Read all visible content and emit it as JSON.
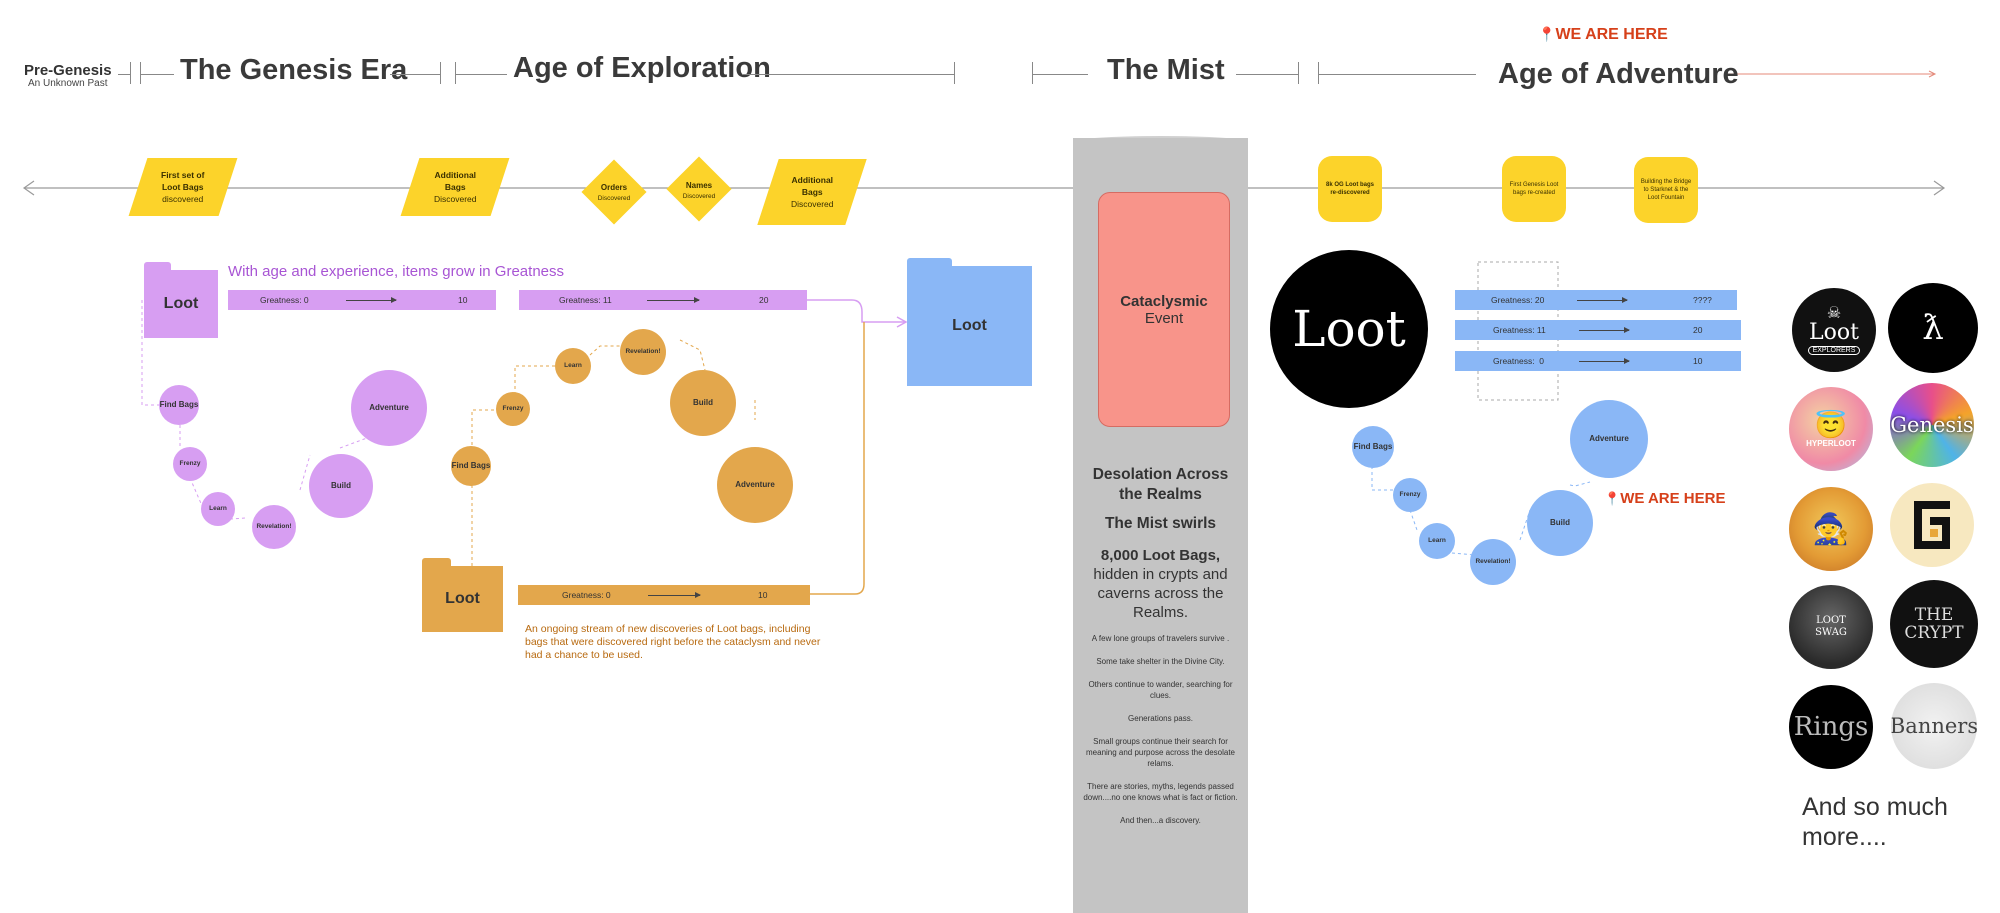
{
  "eras": {
    "pre_genesis": {
      "title": "Pre-Genesis",
      "subtitle": "An Unknown Past"
    },
    "genesis": "The Genesis Era",
    "exploration": "Age of Exploration",
    "mist": "The Mist",
    "adventure": "Age of Adventure",
    "we_are_here_top": "WE ARE HERE"
  },
  "timeline": {
    "para1": [
      "First set of",
      "Loot Bags",
      "discovered"
    ],
    "para2": [
      "Additional",
      "Bags",
      "Discovered"
    ],
    "orders": [
      "Orders",
      "Discovered"
    ],
    "names": [
      "Names",
      "Discovered"
    ],
    "para3": [
      "Additional",
      "Bags",
      "Discovered"
    ],
    "ybox1": "8k OG Loot bags re-discovered",
    "ybox2": "First Genesis Loot bags re-created",
    "ybox3": "Building the Bridge to Starknet & the Loot Fountain"
  },
  "purple": {
    "folder": "Loot",
    "heading": "With age and experience, items grow in Greatness",
    "bar1": {
      "label": "Greatness: 0",
      "end": "10"
    },
    "bar2": {
      "label": "Greatness: 11",
      "end": "20"
    },
    "find": "Find Bags",
    "frenzy": "Frenzy",
    "learn": "Learn",
    "revelation": "Revelation!",
    "build": "Build",
    "adventure": "Adventure"
  },
  "orange": {
    "folder": "Loot",
    "bar": {
      "label": "Greatness: 0",
      "end": "10"
    },
    "find": "Find Bags",
    "frenzy": "Frenzy",
    "learn": "Learn",
    "revelation": "Revelation!",
    "build": "Build",
    "adventure": "Adventure",
    "note": "An ongoing stream of new discoveries of Loot bags, including bags that were discovered right before the cataclysm and never had a chance to be used."
  },
  "blue_folder": "Loot",
  "mist": {
    "event_title": "Cataclysmic",
    "event_sub": "Event",
    "h1": "Desolation Across the Realms",
    "h2": "The Mist swirls",
    "h3_bold": "8,000 Loot Bags,",
    "h3_rest": "hidden in crypts and caverns across the Realms.",
    "lines": [
      "A few lone groups of travelers survive .",
      "Some take shelter in the Divine City.",
      "Others continue to wander, searching for clues.",
      "Generations pass.",
      "Small groups continue their search for meaning and purpose across the desolate relams.",
      "There are stories, myths, legends passed down....no one knows what is fact or fiction.",
      "And then...a discovery."
    ]
  },
  "adventure": {
    "logo": "Loot",
    "bars": [
      {
        "label": "Greatness: 20",
        "end": "????"
      },
      {
        "label": "Greatness: 11",
        "end": "20"
      },
      {
        "label": "Greatness:  0",
        "end": "10"
      }
    ],
    "find": "Find Bags",
    "frenzy": "Frenzy",
    "learn": "Learn",
    "revelation": "Revelation!",
    "build": "Build",
    "adventure": "Adventure",
    "we_are_here": "WE ARE HERE"
  },
  "projects": {
    "explorers_top": "Loot",
    "explorers_bottom": "EXPLORERS",
    "hyperloot": "HYPERLOOT",
    "genesis": "Genesis",
    "lootswag": "LOOT SWAG",
    "crypt": "THE CRYPT",
    "rings": "Rings",
    "banners": "Banners",
    "more": "And so much more...."
  },
  "colors": {
    "yellow": "#fcd32a",
    "purple": "#d79ef2",
    "orange": "#e3a74c",
    "blue": "#8ab7f6",
    "mist": "#c4c4c4",
    "event": "#f8948a",
    "accent_red": "#d6401a"
  }
}
